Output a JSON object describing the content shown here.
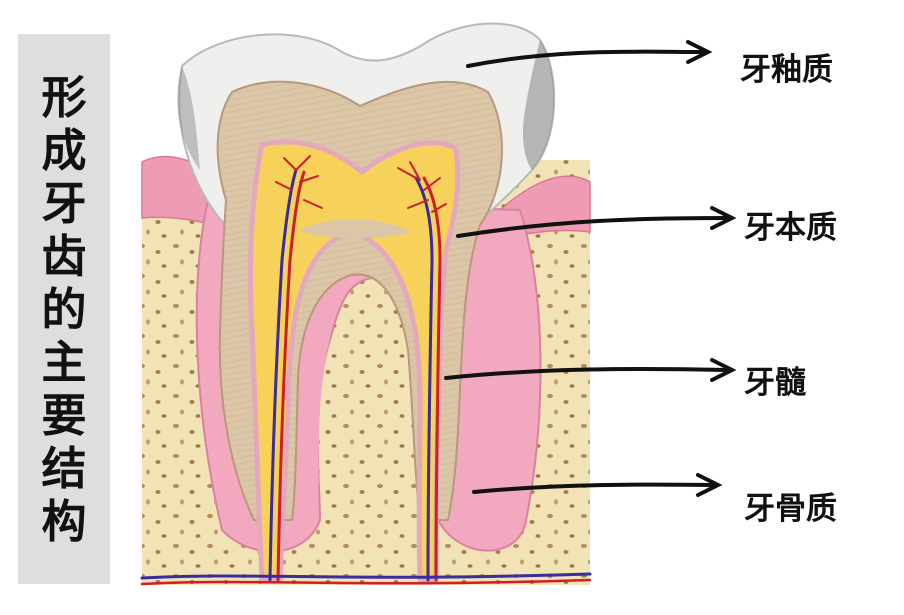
{
  "title_chars": [
    "形",
    "成",
    "牙",
    "齿",
    "的",
    "主",
    "要",
    "结",
    "构"
  ],
  "labels": {
    "enamel": "牙釉质",
    "dentin": "牙本质",
    "pulp": "牙髓",
    "cementum": "牙骨质"
  },
  "colors": {
    "panel_bg": "#dedede",
    "enamel": "#eeeeec",
    "dentin": "#dcc6a8",
    "pulp": "#f3cc4a",
    "gum": "#f0a4b8",
    "bone": "#f1e3b5",
    "vessel_red": "#cc1f2b",
    "vessel_blue": "#3b2c9c"
  }
}
